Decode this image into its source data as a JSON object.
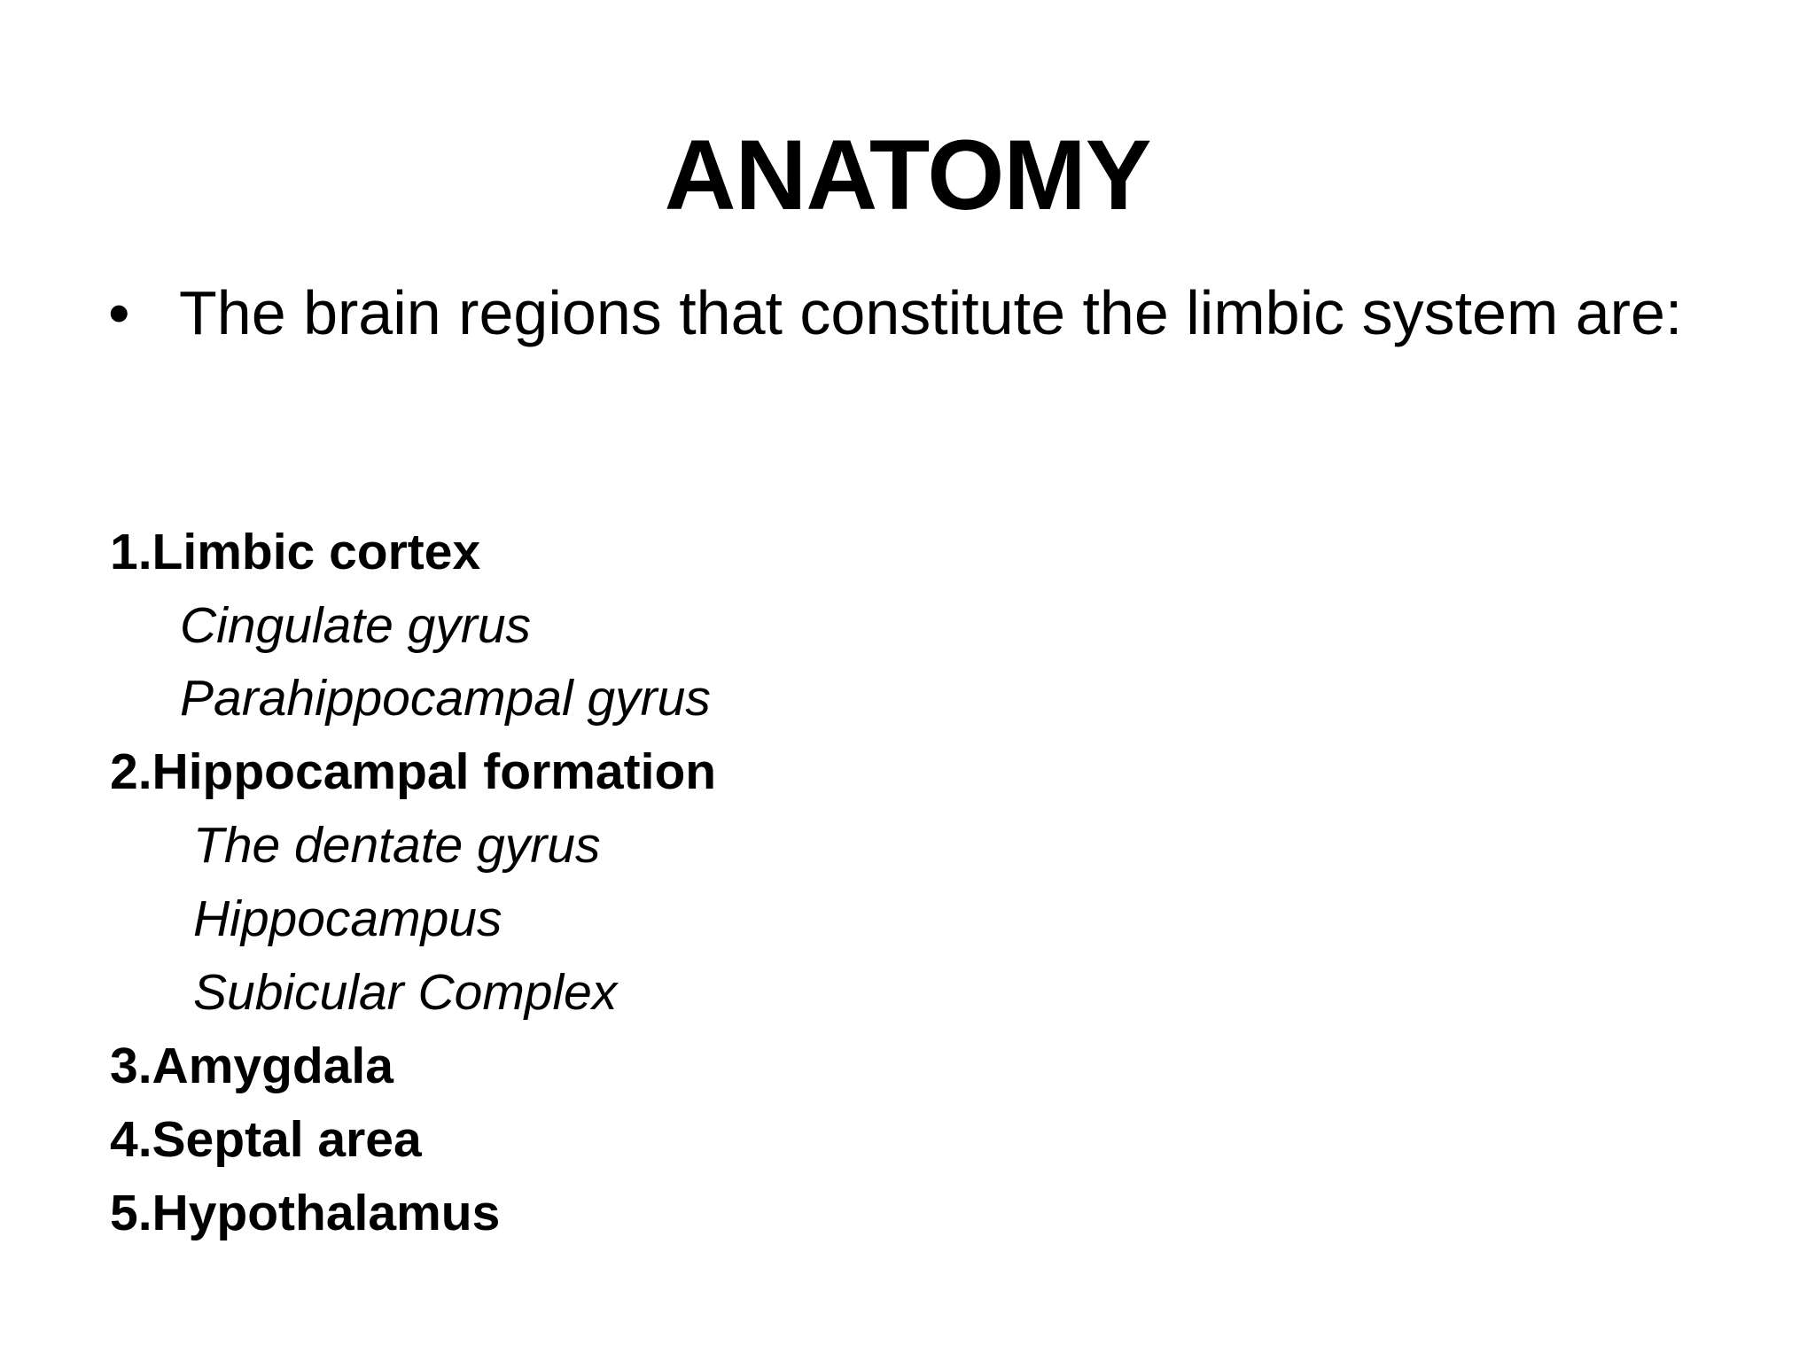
{
  "slide": {
    "title": "ANATOMY",
    "bullet": {
      "marker": "•",
      "text": "The brain regions that constitute the limbic system are:"
    },
    "list": {
      "item1": "1.Limbic cortex",
      "item1_sub1": "Cingulate gyrus",
      "item1_sub2": "Parahippocampal gyrus",
      "item2": "2.Hippocampal formation",
      "item2_sub1": "The dentate gyrus",
      "item2_sub2": "Hippocampus",
      "item2_sub3": "Subicular Complex",
      "item3": "3.Amygdala",
      "item4": "4.Septal area",
      "item5": "5.Hypothalamus"
    }
  }
}
